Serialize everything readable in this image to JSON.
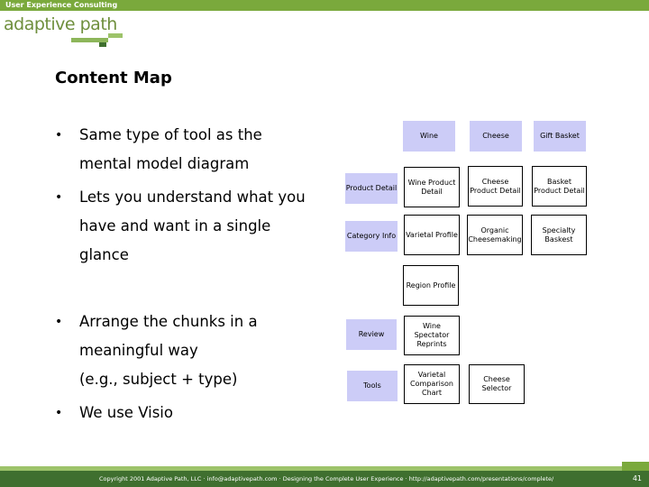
{
  "header": {
    "tagline": "User Experience Consulting",
    "logo": "adaptive path"
  },
  "title": "Content Map",
  "bullets": [
    {
      "lines": [
        "Same type of tool as the",
        "mental model diagram"
      ]
    },
    {
      "lines": [
        "Lets you understand what you",
        "have and want in a single",
        "glance"
      ]
    },
    {
      "lines": [
        "Arrange the chunks in a",
        "meaningful way",
        "(e.g., subject + type)"
      ]
    },
    {
      "lines": [
        "We use Visio"
      ]
    }
  ],
  "map": {
    "columns": [
      "Wine",
      "Cheese",
      "Gift Basket"
    ],
    "rows": [
      "Product Detail",
      "Category Info",
      "Review",
      "Tools"
    ],
    "cells": {
      "wine_product": "Wine Product Detail",
      "cheese_product": "Cheese Product Detail",
      "basket_product": "Basket Product Detail",
      "varietal_profile": "Varietal Profile",
      "organic": "Organic Cheesemaking",
      "specialty": "Specialty Baskest",
      "region": "Region Profile",
      "spectator": "Wine Spectator Reprints",
      "comparison": "Varietal Comparison Chart",
      "selector": "Cheese Selector"
    }
  },
  "footer": {
    "text": "Copyright 2001 Adaptive Path, LLC · info@adaptivepath.com  ·  Designing the Complete User Experience ·  http://adaptivepath.com/presentations/complete/",
    "page": "41"
  },
  "colors": {
    "green": "#7aa93c",
    "dark_green": "#3f6f2f",
    "lavender": "#ccccf7"
  }
}
